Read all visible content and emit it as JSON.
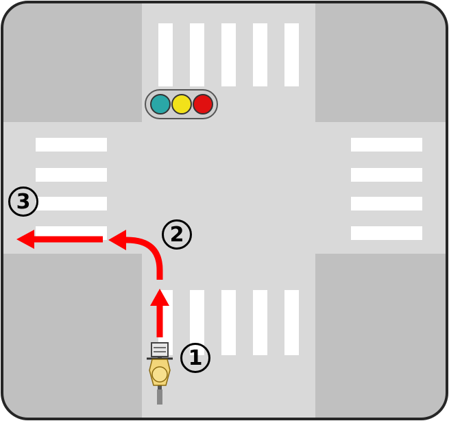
{
  "colors": {
    "frame_border": "#262626",
    "corner_block": "#c0c0c0",
    "road": "#d9d9d9",
    "crosswalk": "#ffffff",
    "arrow": "#ff0000",
    "signal_housing": "#cfcfcf",
    "signal_green": "#2aa7a7",
    "signal_yellow": "#f2e21a",
    "signal_red": "#e01010",
    "rider": "#f3d67a"
  },
  "traffic_signal": {
    "lights": [
      "green",
      "yellow",
      "red"
    ]
  },
  "path_steps": [
    {
      "label": "1"
    },
    {
      "label": "2"
    },
    {
      "label": "3"
    }
  ],
  "icons": [
    "bicycle-rider-icon",
    "traffic-light-icon",
    "arrow-icon"
  ]
}
